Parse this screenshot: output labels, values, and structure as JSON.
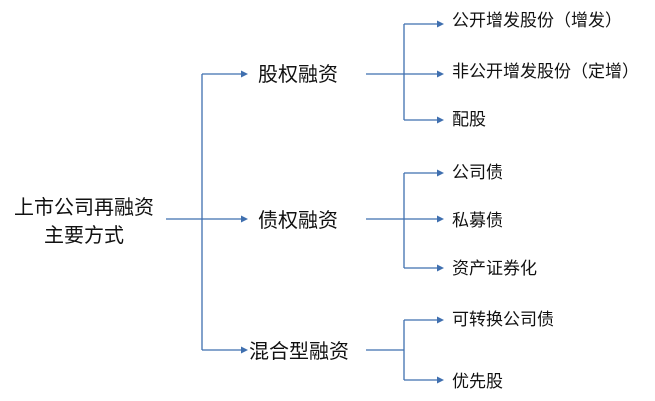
{
  "diagram": {
    "root": {
      "line1": "上市公司再融资",
      "line2": "主要方式"
    },
    "branches": [
      {
        "label": "股权融资",
        "children": [
          "公开增发股份（增发）",
          "非公开增发股份（定增）",
          "配股"
        ]
      },
      {
        "label": "债权融资",
        "children": [
          "公司债",
          "私募债",
          "资产证券化"
        ]
      },
      {
        "label": "混合型融资",
        "children": [
          "可转换公司债",
          "优先股"
        ]
      }
    ],
    "line_color": "#3f6faf",
    "text_color": "#111111"
  }
}
